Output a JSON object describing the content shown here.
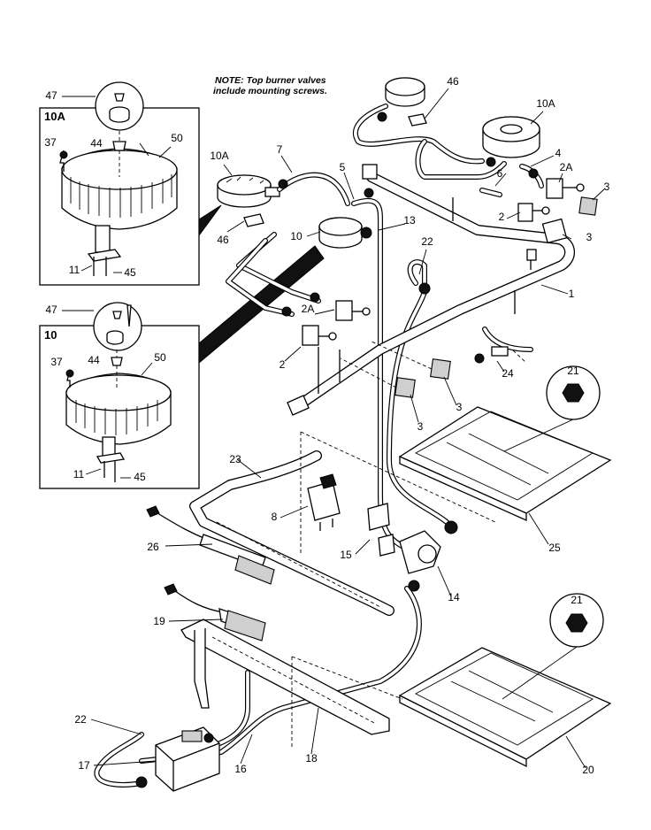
{
  "note": {
    "line1": "NOTE: Top burner valves",
    "line2": "include mounting screws."
  },
  "inset_10A": {
    "title": "10A"
  },
  "inset_10": {
    "title": "10"
  },
  "labels": {
    "l47a": "47",
    "l37a": "37",
    "l44a": "44",
    "l50a": "50",
    "l11a": "11",
    "l45a": "45",
    "l47b": "47",
    "l37b": "37",
    "l44b": "44",
    "l50b": "50",
    "l11b": "11",
    "l45b": "45",
    "l10A_left": "10A",
    "l46_left": "46",
    "l7": "7",
    "l5": "5",
    "l10": "10",
    "l13": "13",
    "l46_top": "46",
    "l10A_right": "10A",
    "l4": "4",
    "l6": "6",
    "l2A_right": "2A",
    "l3_a": "3",
    "l2_right": "2",
    "l3_b": "3",
    "l1": "1",
    "l22_top": "22",
    "l2A_left": "2A",
    "l2_left": "2",
    "l3_c": "3",
    "l3_d": "3",
    "l24": "24",
    "l21_top": "21",
    "l23": "23",
    "l8": "8",
    "l26": "26",
    "l15": "15",
    "l25": "25",
    "l14": "14",
    "l19": "19",
    "l21_bottom": "21",
    "l22_bottom": "22",
    "l17": "17",
    "l16": "16",
    "l18": "18",
    "l20": "20"
  }
}
